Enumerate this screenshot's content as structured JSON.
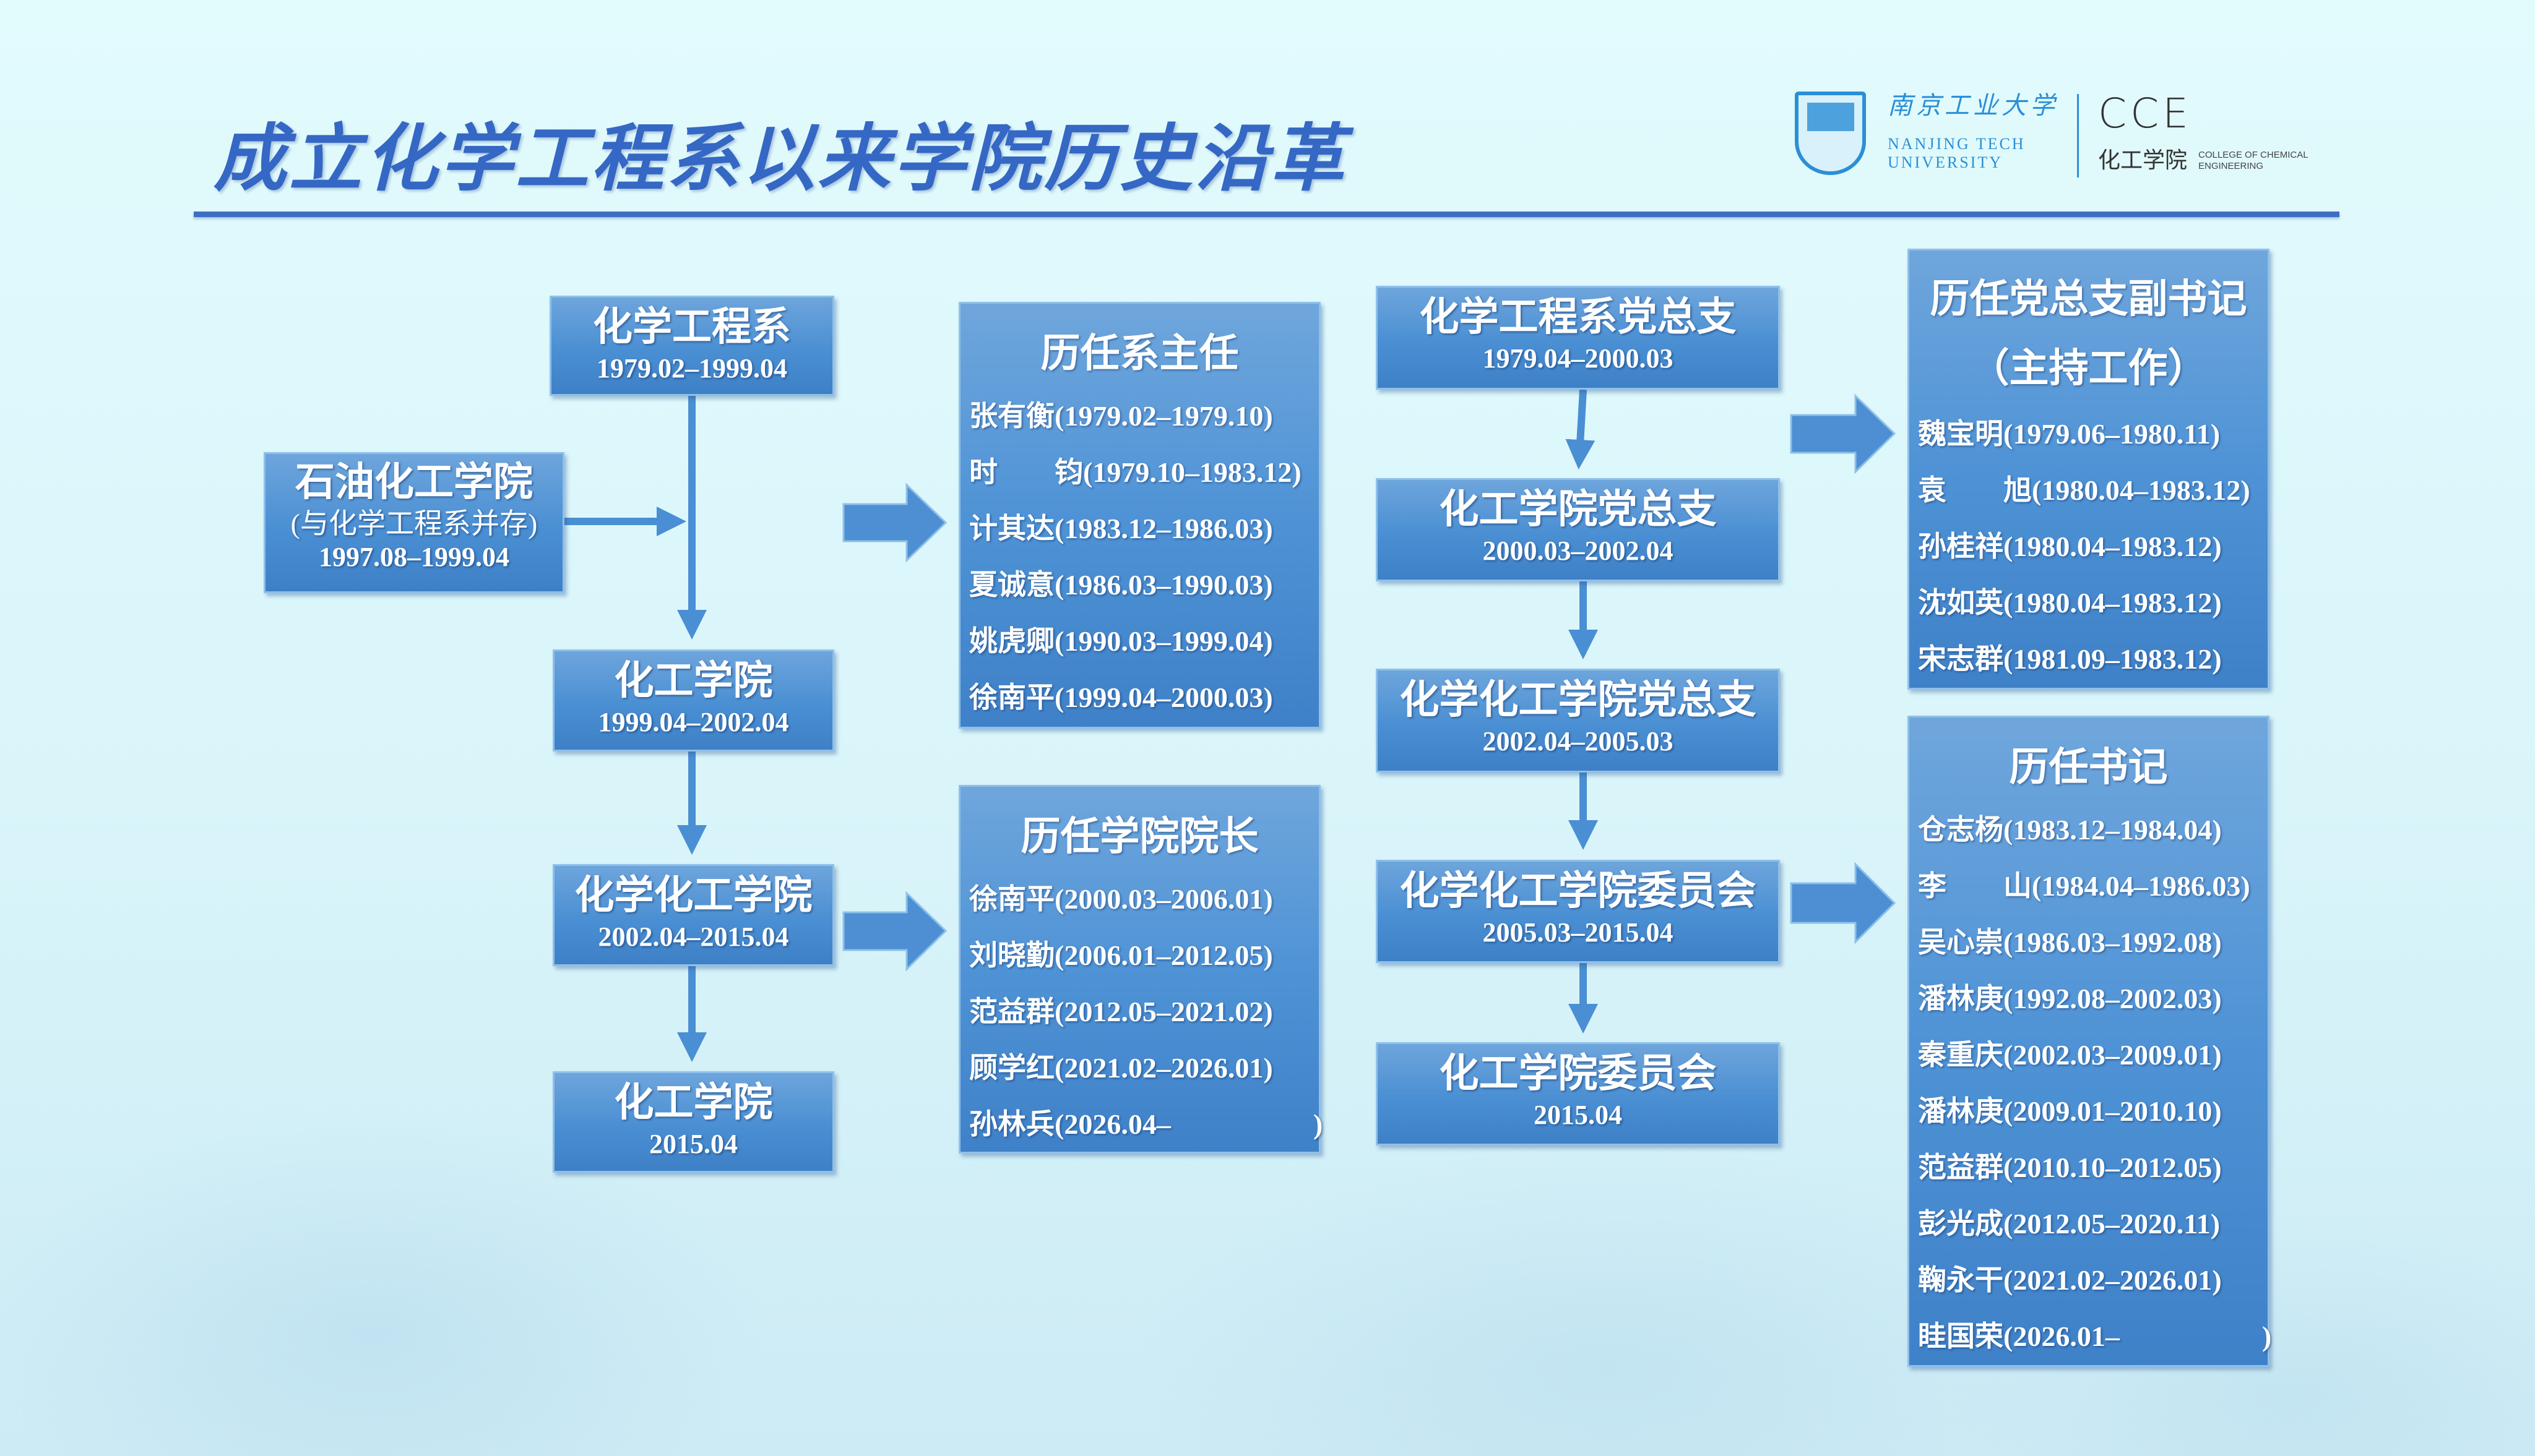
{
  "title": "成立化学工程系以来学院历史沿革",
  "logo": {
    "university_cn": "南京工业大学",
    "university_en": [
      "NANJING TECH",
      "UNIVERSITY"
    ],
    "college_mark": "CCE",
    "college_cn": "化工学院",
    "college_en": [
      "COLLEGE OF CHEMICAL",
      "ENGINEERING"
    ]
  },
  "colors": {
    "title": "#3567c4",
    "box": "#4a8fd3",
    "arrow": "#4a8fd3",
    "background": "#e2fbfd"
  },
  "lineage": [
    {
      "name": "化学工程系",
      "period": "1979.02–1999.04"
    },
    {
      "name": "石油化工学院",
      "note": "(与化学工程系并存)",
      "period": "1997.08–1999.04"
    },
    {
      "name": "化工学院",
      "period": "1999.04–2002.04"
    },
    {
      "name": "化学化工学院",
      "period": "2002.04–2015.04"
    },
    {
      "name": "化工学院",
      "period": "2015.04"
    }
  ],
  "party": [
    {
      "name": "化学工程系党总支",
      "period": "1979.04–2000.03"
    },
    {
      "name": "化工学院党总支",
      "period": "2000.03–2002.04"
    },
    {
      "name": "化学化工学院党总支",
      "period": "2002.04–2005.03"
    },
    {
      "name": "化学化工学院委员会",
      "period": "2005.03–2015.04"
    },
    {
      "name": "化工学院委员会",
      "period": "2015.04"
    }
  ],
  "dept_heads": {
    "title": "历任系主任",
    "rows": [
      "张有衡(1979.02–1979.10)",
      "时　　钧(1979.10–1983.12)",
      "计其达(1983.12–1986.03)",
      "夏诚意(1986.03–1990.03)",
      "姚虎卿(1990.03–1999.04)",
      "徐南平(1999.04–2000.03)"
    ]
  },
  "deans": {
    "title": "历任学院院长",
    "rows": [
      "徐南平(2000.03–2006.01)",
      "刘晓勤(2006.01–2012.05)",
      "范益群(2012.05–2021.02)",
      "顾学红(2021.02–2026.01)",
      "孙林兵(2026.04–　　　　　)"
    ]
  },
  "deputy_secretaries": {
    "title": "历任党总支副书记",
    "subtitle": "（主持工作）",
    "rows": [
      "魏宝明(1979.06–1980.11)",
      "袁　　旭(1980.04–1983.12)",
      "孙桂祥(1980.04–1983.12)",
      "沈如英(1980.04–1983.12)",
      "宋志群(1981.09–1983.12)"
    ]
  },
  "secretaries": {
    "title": "历任书记",
    "rows": [
      "仓志杨(1983.12–1984.04)",
      "李　　山(1984.04–1986.03)",
      "吴心崇(1986.03–1992.08)",
      "潘林庚(1992.08–2002.03)",
      "秦重庆(2002.03–2009.01)",
      "潘林庚(2009.01–2010.10)",
      "范益群(2010.10–2012.05)",
      "彭光成(2012.05–2020.11)",
      "鞠永干(2021.02–2026.01)",
      "眭国荣(2026.01–　　　　　)"
    ]
  }
}
